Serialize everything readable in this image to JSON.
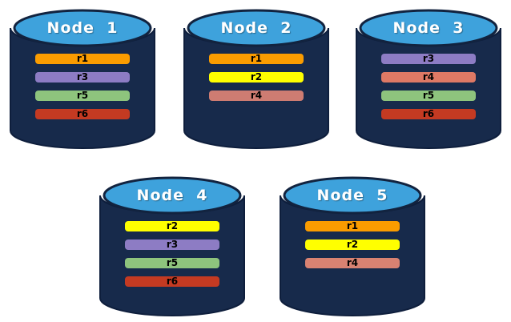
{
  "diagram": {
    "description": "Five database nodes with replica placement",
    "colors": {
      "background": "#FFFFFF",
      "cylinder_body": "#172A4B",
      "cylinder_outline": "#0E1E3C",
      "cylinder_top": "#3EA2DC",
      "title_text": "#FFFFFF",
      "bar_text": "#000000"
    },
    "nodes": [
      {
        "label": "Node  1",
        "replicas": [
          {
            "id": "r1",
            "color": "#FA9C00"
          },
          {
            "id": "r3",
            "color": "#8D7CC4"
          },
          {
            "id": "r5",
            "color": "#8EC47D"
          },
          {
            "id": "r6",
            "color": "#C43A22"
          }
        ]
      },
      {
        "label": "Node  2",
        "replicas": [
          {
            "id": "r1",
            "color": "#FA9C00"
          },
          {
            "id": "r2",
            "color": "#FFFF00"
          },
          {
            "id": "r4",
            "color": "#CE7C72"
          }
        ]
      },
      {
        "label": "Node  3",
        "replicas": [
          {
            "id": "r3",
            "color": "#8D7CC4"
          },
          {
            "id": "r4",
            "color": "#DE7965"
          },
          {
            "id": "r5",
            "color": "#8EC47D"
          },
          {
            "id": "r6",
            "color": "#C43A22"
          }
        ]
      },
      {
        "label": "Node  4",
        "replicas": [
          {
            "id": "r2",
            "color": "#FFFF00"
          },
          {
            "id": "r3",
            "color": "#8D7CC4"
          },
          {
            "id": "r5",
            "color": "#8EC47D"
          },
          {
            "id": "r6",
            "color": "#C43A22"
          }
        ]
      },
      {
        "label": "Node  5",
        "replicas": [
          {
            "id": "r1",
            "color": "#FA9C00"
          },
          {
            "id": "r2",
            "color": "#FFFF00"
          },
          {
            "id": "r4",
            "color": "#D98272"
          }
        ]
      }
    ]
  }
}
